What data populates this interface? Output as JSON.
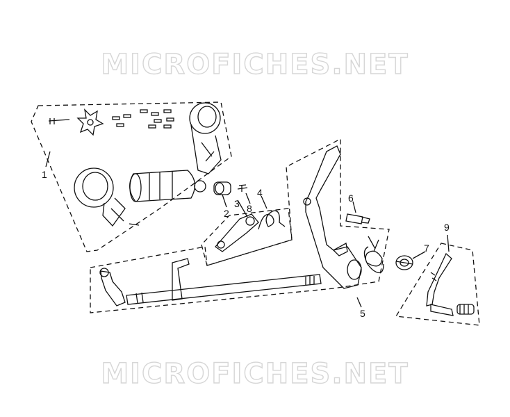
{
  "watermark": {
    "text": "MICROFICHES.NET"
  },
  "callouts": [
    {
      "id": "1",
      "label": "1"
    },
    {
      "id": "2",
      "label": "2"
    },
    {
      "id": "3",
      "label": "3"
    },
    {
      "id": "4",
      "label": "4"
    },
    {
      "id": "5",
      "label": "5"
    },
    {
      "id": "6",
      "label": "6"
    },
    {
      "id": "7",
      "label": "7"
    },
    {
      "id": "8",
      "label": "8"
    },
    {
      "id": "9",
      "label": "9"
    }
  ]
}
